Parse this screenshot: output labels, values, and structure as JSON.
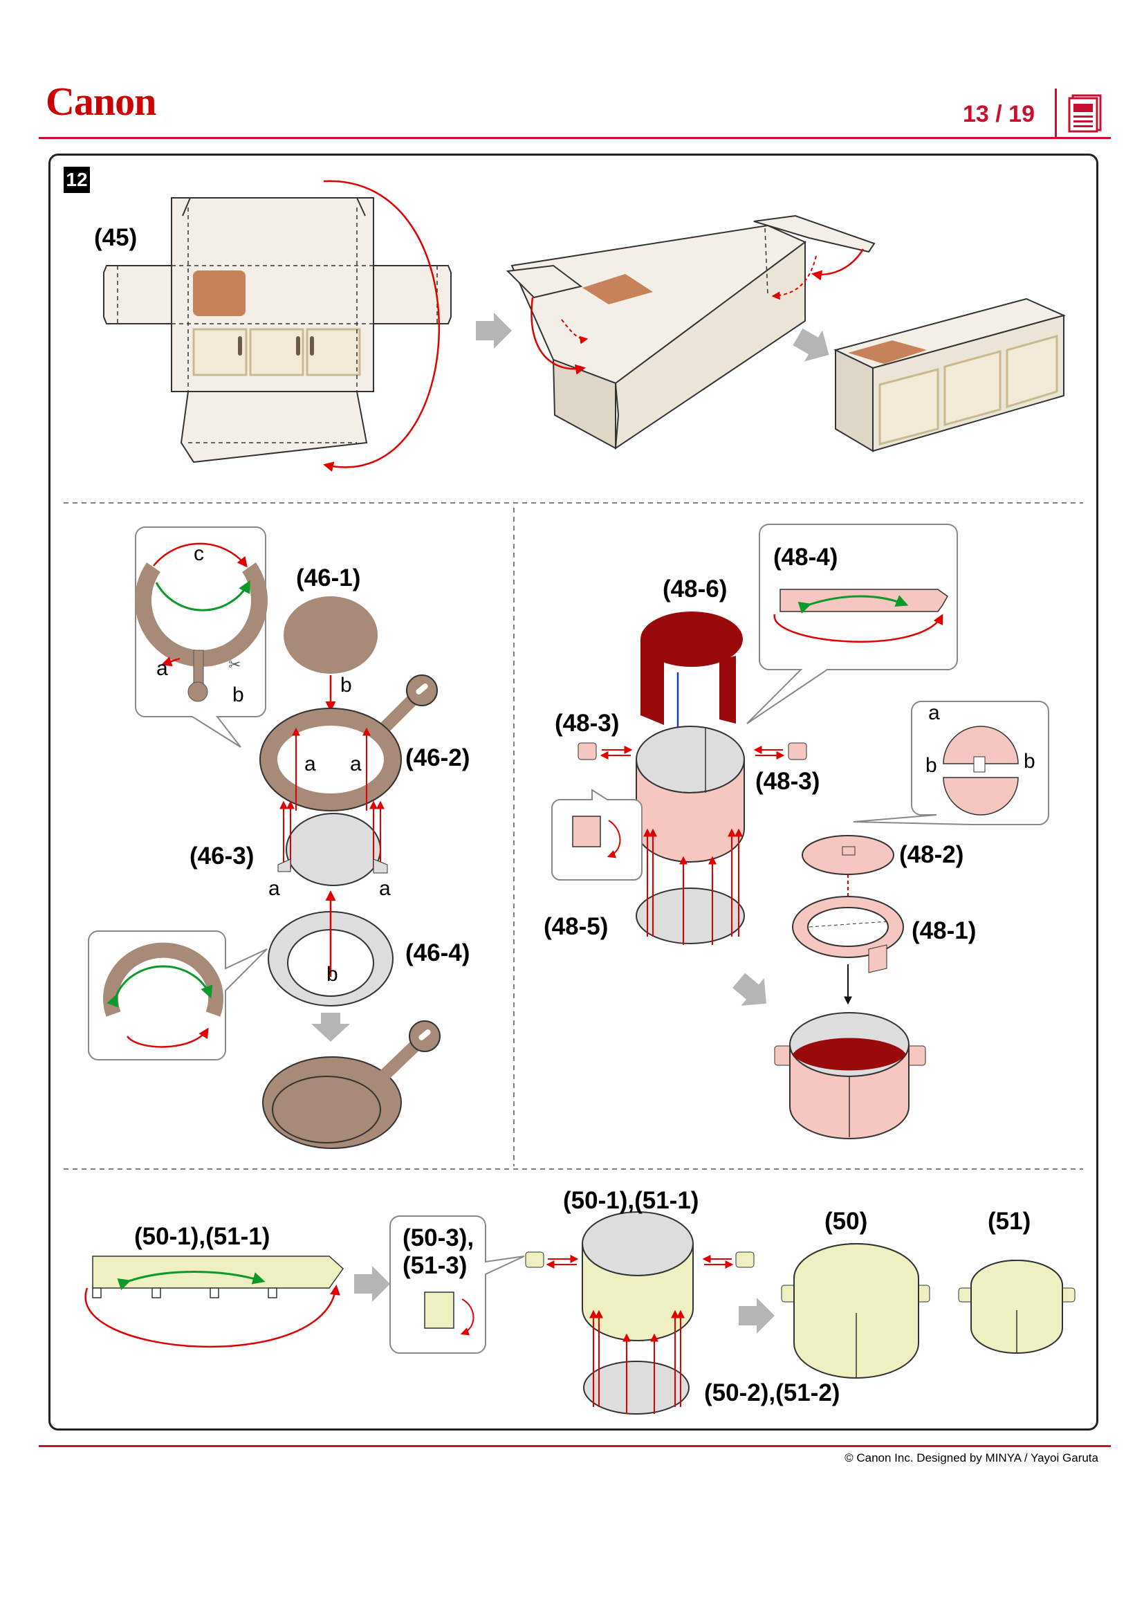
{
  "header": {
    "brand": "Canon",
    "page_number": "13 / 19",
    "icon": "document-icon"
  },
  "step": {
    "number": "12"
  },
  "section_45": {
    "label": "(45)"
  },
  "section_46": {
    "labels": [
      "(46-1)",
      "(46-2)",
      "(46-3)",
      "(46-4)"
    ],
    "letters": [
      "c",
      "a",
      "b",
      "b",
      "a",
      "a",
      "a",
      "a",
      "b"
    ]
  },
  "section_48": {
    "labels": [
      "(48-4)",
      "(48-6)",
      "(48-3)",
      "(48-3)",
      "(48-2)",
      "(48-5)",
      "(48-1)"
    ],
    "letters": [
      "a",
      "b",
      "b"
    ]
  },
  "section_50": {
    "labels": [
      "(50-1),(51-1)",
      "(50-3),",
      "(51-3)",
      "(50-1),(51-1)",
      "(50)",
      "(51)",
      "(50-2),(51-2)"
    ]
  },
  "colors": {
    "brand_red": "#c8102e",
    "cabinet": "#f3efe6",
    "pan": "#a88a78",
    "pot_pink": "#f5c7c0",
    "pot_lid": "#9b0a0a",
    "pot_yellow": "#eef0c2"
  },
  "footer": {
    "copyright": "© Canon Inc. Designed by MINYA / Yayoi Garuta"
  }
}
